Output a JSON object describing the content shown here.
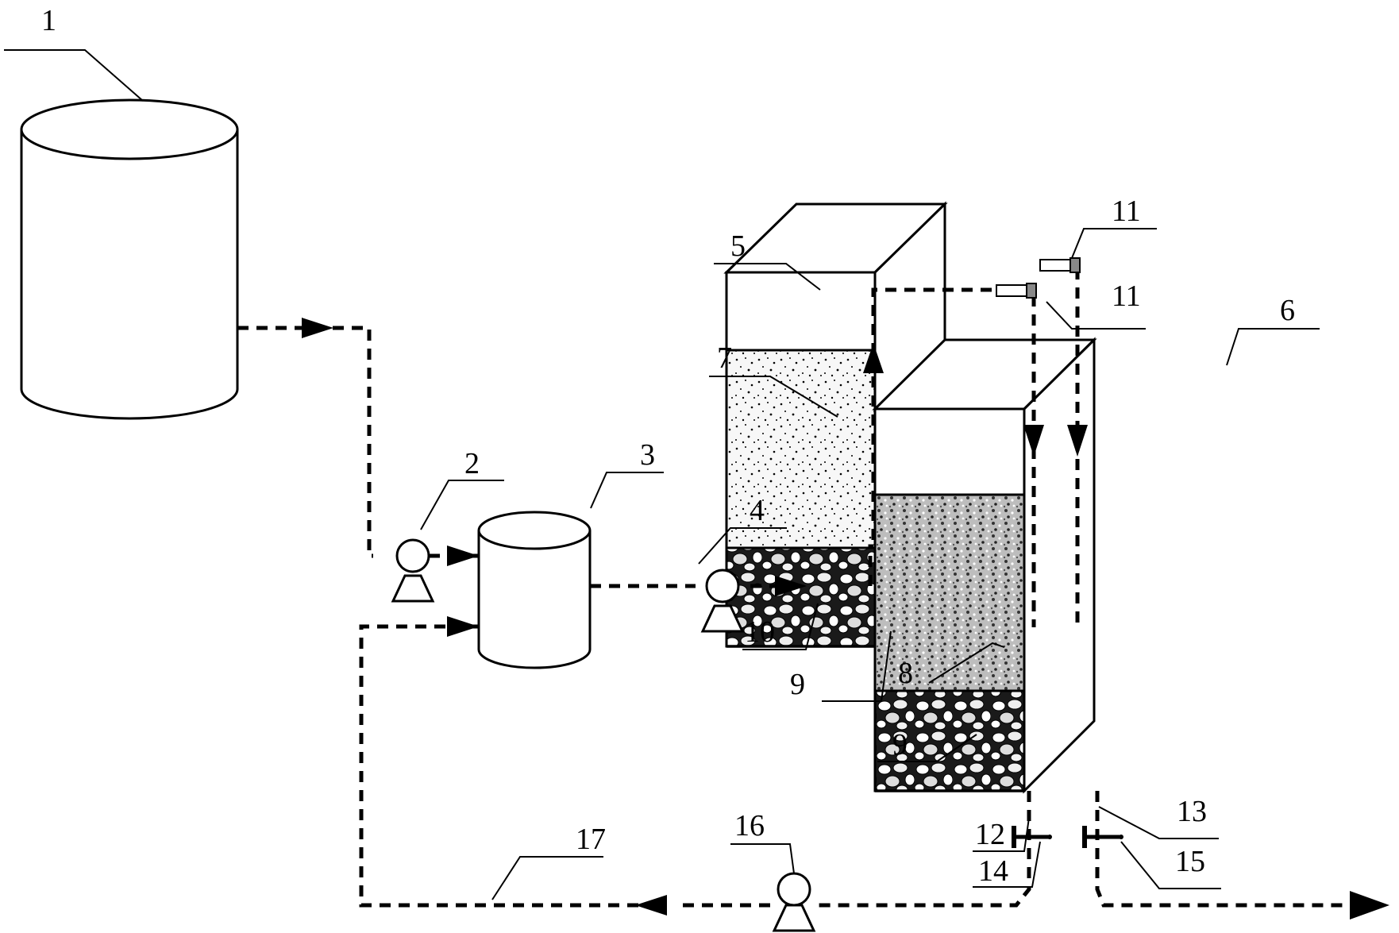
{
  "labels": {
    "l1": "1",
    "l2": "2",
    "l3": "3",
    "l4": "4",
    "l5": "5",
    "l6": "6",
    "l7": "7",
    "l8": "8",
    "l9a": "9",
    "l9b": "9",
    "l10": "10",
    "l11a": "11",
    "l11b": "11",
    "l12": "12",
    "l13": "13",
    "l14": "14",
    "l15": "15",
    "l16": "16",
    "l17": "17"
  },
  "colors": {
    "line": "#000000",
    "background": "#ffffff"
  }
}
